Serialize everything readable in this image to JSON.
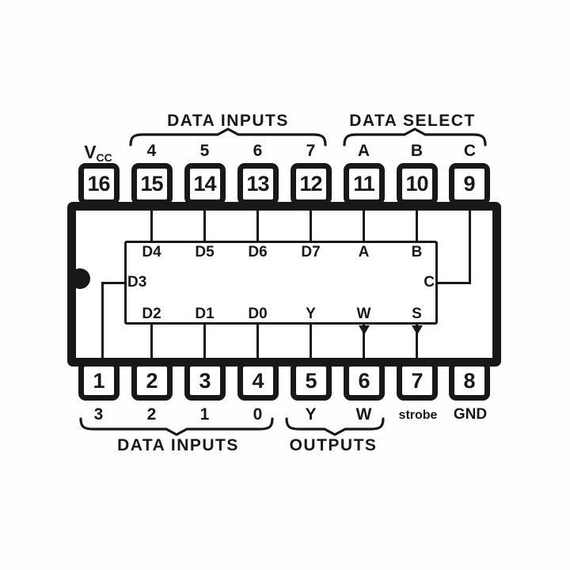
{
  "colors": {
    "ink": "#181818",
    "paper": "#ffffff"
  },
  "power_label": {
    "v": "V",
    "cc": "CC"
  },
  "groups": {
    "top_inputs": "DATA INPUTS",
    "top_select": "DATA SELECT",
    "bottom_inputs": "DATA INPUTS",
    "bottom_outputs": "OUTPUTS"
  },
  "pins_top": [
    {
      "number": "16"
    },
    {
      "number": "15",
      "signal": "4",
      "internal": "D4"
    },
    {
      "number": "14",
      "signal": "5",
      "internal": "D5"
    },
    {
      "number": "13",
      "signal": "6",
      "internal": "D6"
    },
    {
      "number": "12",
      "signal": "7",
      "internal": "D7"
    },
    {
      "number": "11",
      "signal": "A",
      "internal": "A"
    },
    {
      "number": "10",
      "signal": "B",
      "internal": "B"
    },
    {
      "number": "9",
      "signal": "C",
      "internal": "C"
    }
  ],
  "pins_bottom": [
    {
      "number": "1",
      "signal": "3",
      "internal": "D3"
    },
    {
      "number": "2",
      "signal": "2",
      "internal": "D2"
    },
    {
      "number": "3",
      "signal": "1",
      "internal": "D1"
    },
    {
      "number": "4",
      "signal": "0",
      "internal": "D0"
    },
    {
      "number": "5",
      "signal": "Y",
      "internal": "Y"
    },
    {
      "number": "6",
      "signal": "W",
      "internal": "W"
    },
    {
      "number": "7",
      "signal": "strobe",
      "internal": "S"
    },
    {
      "number": "8",
      "signal": "GND"
    }
  ]
}
